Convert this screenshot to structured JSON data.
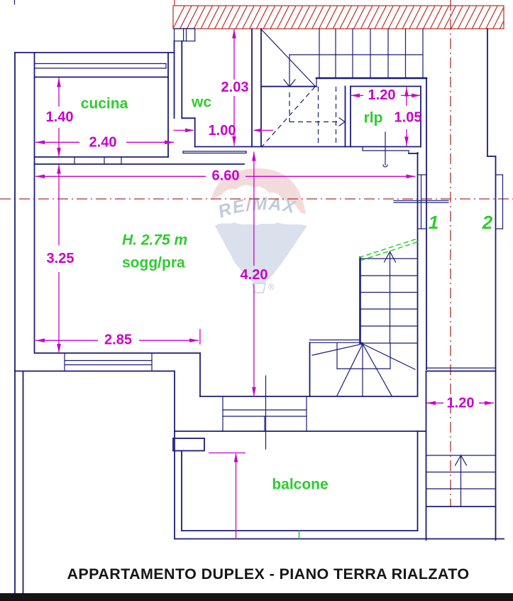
{
  "title": "APPARTAMENTO DUPLEX - PIANO TERRA RIALZATO",
  "watermark": {
    "brand_re": "RE",
    "brand_slash": "/",
    "brand_max": "MAX",
    "registered": "®"
  },
  "rooms": {
    "kitchen": "cucina",
    "wc": "wc",
    "rlp": "rlp",
    "height_note": "H. 2.75 m",
    "living": "sogg/pra",
    "balcony": "balcone",
    "mark_1": "1",
    "mark_2": "2"
  },
  "dimensions": {
    "kitchen_depth": "1.40",
    "kitchen_width": "2.40",
    "wc_depth": "2.03",
    "wc_width": "1.00",
    "total_width": "6.60",
    "rlp_width": "1.20",
    "rlp_depth": "1.05",
    "living_depth": "3.25",
    "living_width": "2.85",
    "living_length": "4.20",
    "entry_width": "1.20"
  },
  "colors": {
    "wall": "#1b1b78",
    "dim": "#c800c8",
    "label": "#2fcb2f",
    "cline": "#a53430",
    "hatch": "#c03a32",
    "wm_pink": "#edbfbf",
    "wm_body": "#c9d3e4",
    "wm_text": "#b7c3d8"
  }
}
